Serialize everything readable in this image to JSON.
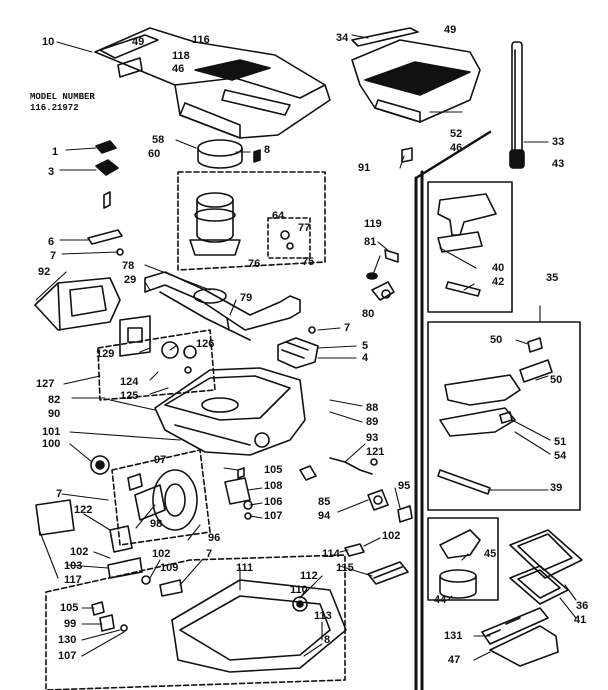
{
  "model": {
    "heading": "MODEL NUMBER",
    "number": "116.21972"
  },
  "labels": {
    "l10": "10",
    "l49a": "49",
    "l116": "116",
    "l118": "118",
    "l46a": "46",
    "l34": "34",
    "l49b": "49",
    "l52": "52",
    "l46b": "46",
    "l33": "33",
    "l43": "43",
    "l58": "58",
    "l60": "60",
    "l8a": "8",
    "l91": "91",
    "l1": "1",
    "l3": "3",
    "l64": "64",
    "l77": "77",
    "l76": "76",
    "l75": "75",
    "l6": "6",
    "l7a": "7",
    "l119": "119",
    "l81": "81",
    "l92": "92",
    "l78": "78",
    "l29": "29",
    "l79": "79",
    "l40": "40",
    "l42": "42",
    "l35": "35",
    "l80": "80",
    "l7b": "7",
    "l5": "5",
    "l4": "4",
    "l129": "129",
    "l126": "126",
    "l50a": "50",
    "l50b": "50",
    "l127": "127",
    "l124": "124",
    "l125": "125",
    "l82": "82",
    "l90": "90",
    "l88": "88",
    "l89": "89",
    "l101": "101",
    "l100": "100",
    "l93": "93",
    "l121": "121",
    "l51": "51",
    "l54": "54",
    "l97": "97",
    "l105a": "105",
    "l108": "108",
    "l106": "106",
    "l107a": "107",
    "l85": "85",
    "l95": "95",
    "l94": "94",
    "l39": "39",
    "l7c": "7",
    "l122": "122",
    "l98": "98",
    "l96": "96",
    "l102a": "102",
    "l103": "103",
    "l117": "117",
    "l102b": "102",
    "l109": "109",
    "l7d": "7",
    "l111": "111",
    "l114": "114",
    "l102c": "102",
    "l115": "115",
    "l45": "45",
    "l44": "44",
    "l112": "112",
    "l110": "110",
    "l113": "113",
    "l105b": "105",
    "l99": "99",
    "l130": "130",
    "l107b": "107",
    "l8b": "8",
    "l36": "36",
    "l41": "41",
    "l131": "131",
    "l47": "47"
  }
}
